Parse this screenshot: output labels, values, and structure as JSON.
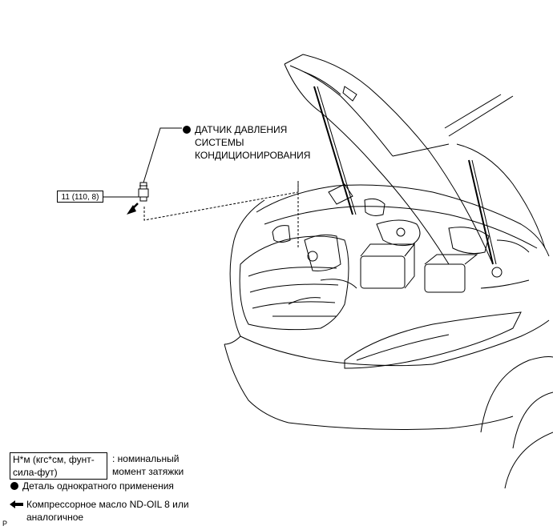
{
  "part": {
    "name_lines": [
      "ДАТЧИК ДАВЛЕНИЯ",
      "СИСТЕМЫ",
      "КОНДИЦИОНИРОВАНИЯ"
    ]
  },
  "torque": {
    "value": "11 (110, 8)"
  },
  "legend": {
    "torque_units_lines": [
      "Н*м (кгс*см, фунт-",
      "сила-фут)"
    ],
    "torque_desc_lines": [
      ": номинальный",
      "момент затяжки"
    ],
    "one_time_part": "Деталь однократного применения",
    "oil_lines": [
      "Компрессорное масло ND-OIL 8 или",
      "аналогичное"
    ]
  },
  "footer": {
    "code": "P"
  },
  "icons": {
    "one_time_marker": "filled-circle-icon",
    "oil_marker": "arrow-left-icon"
  }
}
